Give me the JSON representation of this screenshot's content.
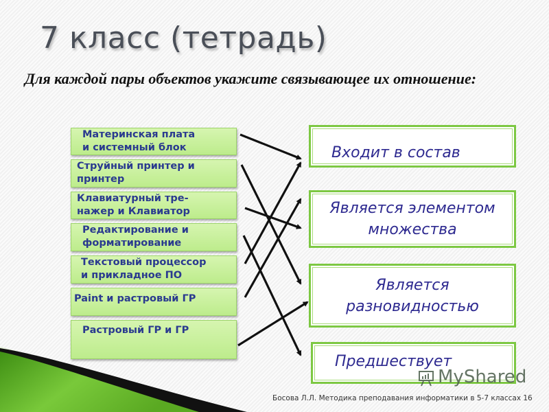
{
  "slide": {
    "title": "7 класс (тетрадь)",
    "instruction": "Для каждой пары объектов укажите связывающее их отношение:",
    "footer": "Босова Л.Л. Методика преподавания информатики в 5-7 классах 16",
    "page_number": "16",
    "watermark": "MyShared"
  },
  "left_items": [
    {
      "label": "Материнская плата\nи системный блок"
    },
    {
      "label": "Струйный принтер и\nпринтер"
    },
    {
      "label": "Клавиатурный тре-\nнажер и Клавиатор"
    },
    {
      "label": "Редактирование и\nформатирование"
    },
    {
      "label": "Текстовый процессор\nи прикладное ПО"
    },
    {
      "label": "Paint и растровый ГР"
    },
    {
      "label": "Растровый ГР и ГР"
    }
  ],
  "right_items": [
    {
      "label": "Входит в состав"
    },
    {
      "label": "Является элементом\nмножества"
    },
    {
      "label": "Является\nразновидностью"
    },
    {
      "label": "Предшествует"
    }
  ],
  "connections": [
    {
      "from": "Материнская плата и системный блок",
      "to": "Входит в состав"
    },
    {
      "from": "Струйный принтер и принтер",
      "to": "Является разновидностью"
    },
    {
      "from": "Клавиатурный тренажер и Клавиатор",
      "to": "Является элементом множества"
    },
    {
      "from": "Редактирование и форматирование",
      "to": "Предшествует"
    },
    {
      "from": "Текстовый процессор и прикладное ПО",
      "to": "Входит в состав"
    },
    {
      "from": "Paint и растровый ГР",
      "to": "Является элементом множества"
    },
    {
      "from": "Растровый ГР и ГР",
      "to": "Является разновидностью"
    }
  ],
  "colors": {
    "left_box_fill": "#c8f09e",
    "left_text": "#2a3a8f",
    "right_border": "#7dc843",
    "right_text": "#2e2a90",
    "title": "#4a4f58",
    "swoosh_green": "#5fb02a"
  }
}
